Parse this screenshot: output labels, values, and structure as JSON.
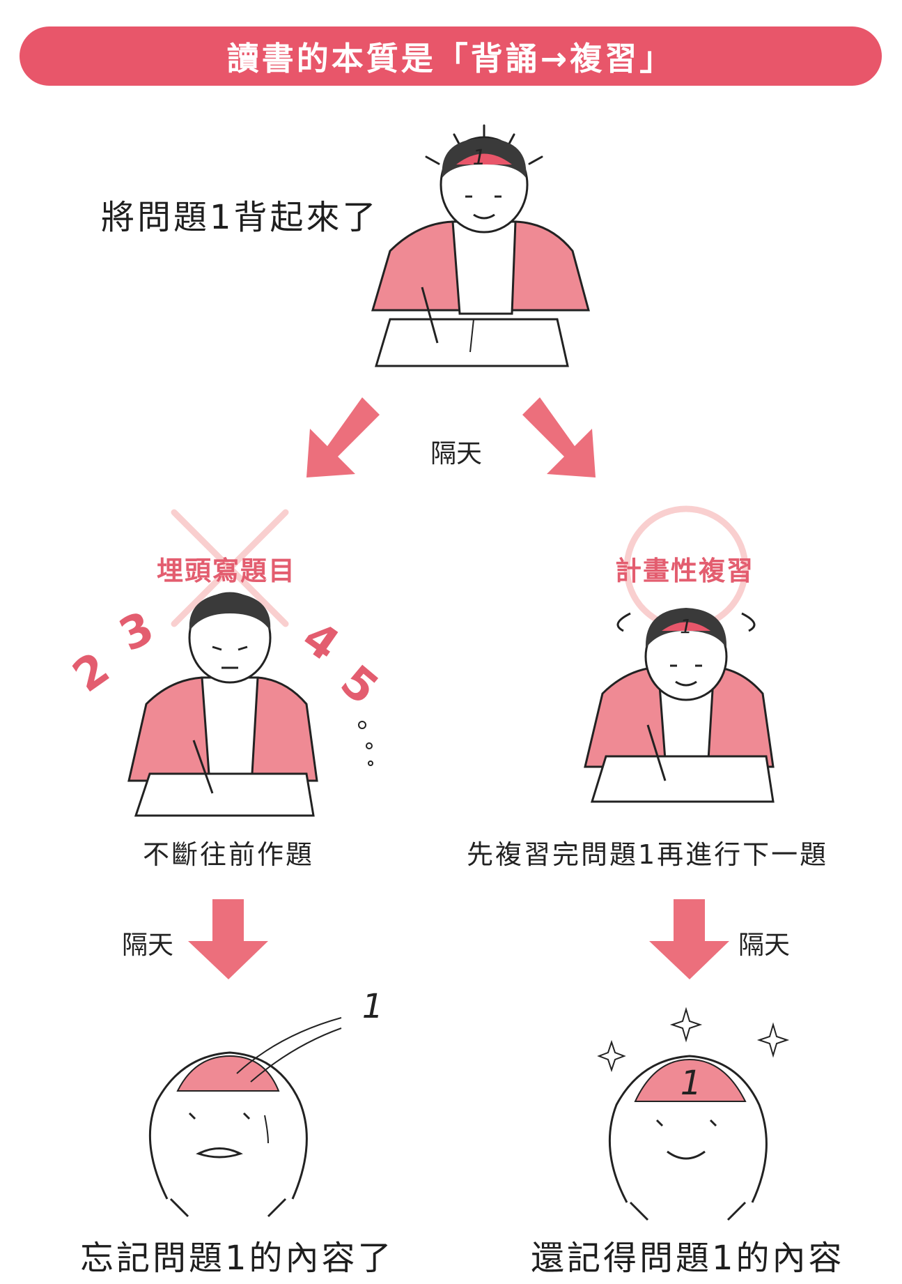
{
  "header": {
    "title": "讀書的本質是「背誦→複習」"
  },
  "labels": {
    "memorized": "將問題1背起來了",
    "next_day_top": "隔天",
    "left_head": "埋頭寫題目",
    "right_head": "計畫性複習",
    "left_action": "不斷往前作題",
    "right_action": "先複習完問題1再進行下一題",
    "next_day_left": "隔天",
    "next_day_right": "隔天",
    "left_result": "忘記問題1的內容了",
    "right_result": "還記得問題1的內容",
    "cap_number_top": "1",
    "cap_number_right": "1",
    "flying_number": "1",
    "brain_number_right": "1",
    "count_2": "2",
    "count_3": "3",
    "count_4": "4",
    "count_5": "5"
  },
  "colors": {
    "accent": "#e8566a",
    "pink_fill": "#ef8a94",
    "arrow": "#ec6f7c",
    "faded_mark": "#f9cfcf"
  }
}
